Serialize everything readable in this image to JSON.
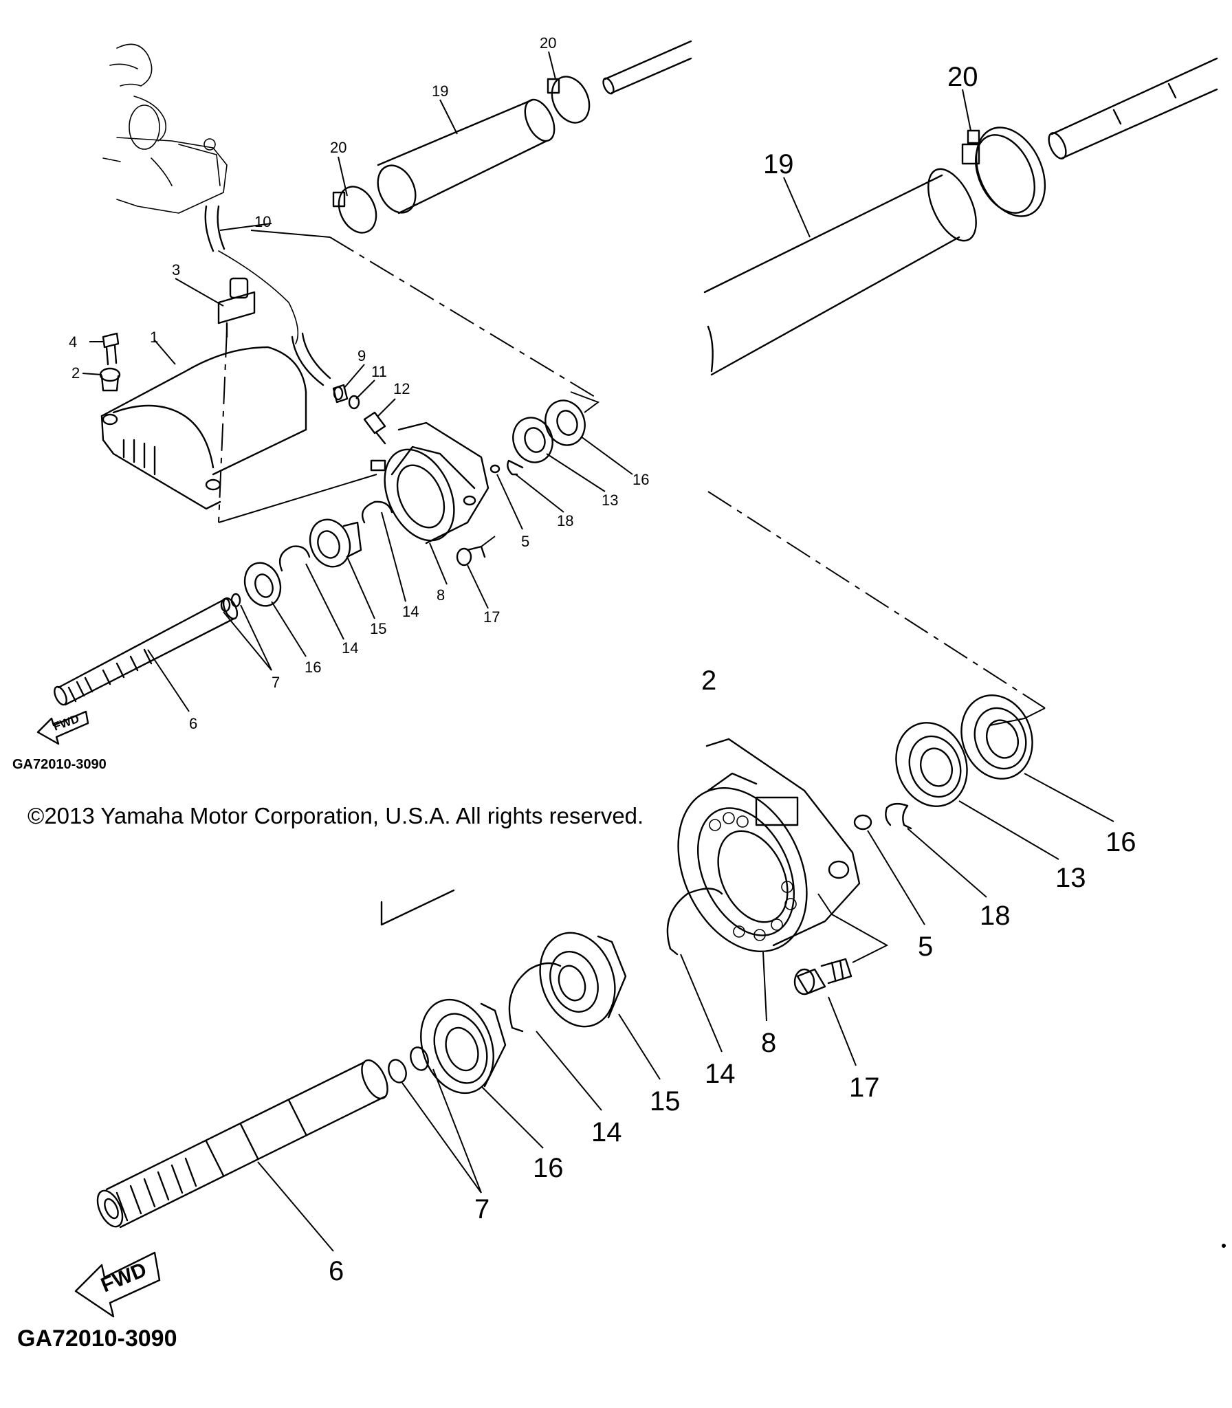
{
  "diagram": {
    "overview": {
      "labels": [
        {
          "id": "1",
          "text": "1"
        },
        {
          "id": "2",
          "text": "2"
        },
        {
          "id": "3",
          "text": "3"
        },
        {
          "id": "4",
          "text": "4"
        },
        {
          "id": "5",
          "text": "5"
        },
        {
          "id": "6",
          "text": "6"
        },
        {
          "id": "7",
          "text": "7"
        },
        {
          "id": "8",
          "text": "8"
        },
        {
          "id": "9",
          "text": "9"
        },
        {
          "id": "10",
          "text": "10"
        },
        {
          "id": "11",
          "text": "11"
        },
        {
          "id": "12",
          "text": "12"
        },
        {
          "id": "13",
          "text": "13"
        },
        {
          "id": "14a",
          "text": "14"
        },
        {
          "id": "14b",
          "text": "14"
        },
        {
          "id": "15",
          "text": "15"
        },
        {
          "id": "16a",
          "text": "16"
        },
        {
          "id": "16b",
          "text": "16"
        },
        {
          "id": "17",
          "text": "17"
        },
        {
          "id": "18",
          "text": "18"
        },
        {
          "id": "19",
          "text": "19"
        },
        {
          "id": "20a",
          "text": "20"
        },
        {
          "id": "20b",
          "text": "20"
        }
      ],
      "fwd_text": "FWD",
      "code": "GA72010-3090"
    },
    "zoom": {
      "labels": [
        {
          "id": "z19",
          "text": "19"
        },
        {
          "id": "z20",
          "text": "20"
        },
        {
          "id": "z16a",
          "text": "16"
        },
        {
          "id": "z13",
          "text": "13"
        },
        {
          "id": "z18",
          "text": "18"
        },
        {
          "id": "z5",
          "text": "5"
        },
        {
          "id": "z17",
          "text": "17"
        },
        {
          "id": "z8",
          "text": "8"
        },
        {
          "id": "z14a",
          "text": "14"
        },
        {
          "id": "z15",
          "text": "15"
        },
        {
          "id": "z14b",
          "text": "14"
        },
        {
          "id": "z16b",
          "text": "16"
        },
        {
          "id": "z7",
          "text": "7"
        },
        {
          "id": "z6",
          "text": "6"
        },
        {
          "id": "z2",
          "text": "2"
        }
      ],
      "fwd_text": "FWD",
      "code": "GA72010-3090"
    },
    "copyright": "©2013 Yamaha Motor Corporation, U.S.A. All rights reserved."
  }
}
